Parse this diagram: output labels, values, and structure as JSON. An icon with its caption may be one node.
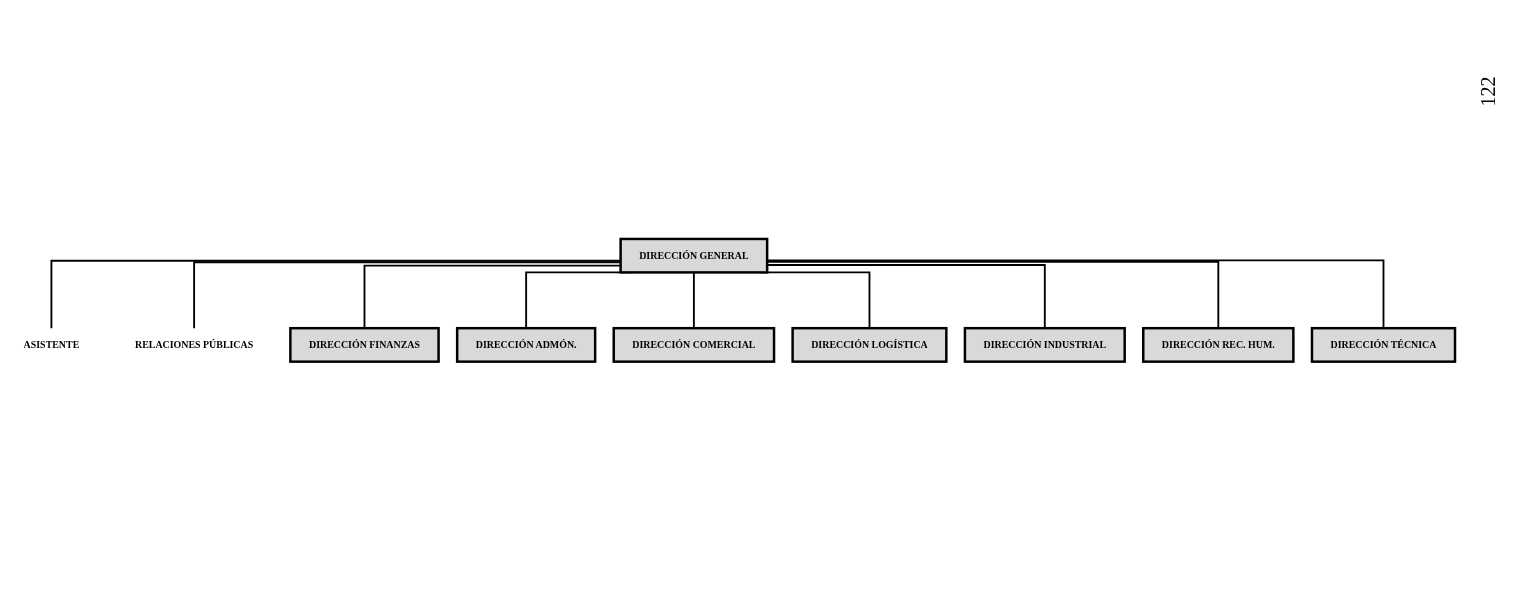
{
  "diagram": {
    "nodes": [
      {
        "text": [
          "DIRECCIÓN GENERAL"
        ]
      },
      {
        "text": [
          "ASISTENTE"
        ]
      },
      {
        "text": [
          "RELACIONES PÚBLICAS"
        ]
      },
      {
        "text": [
          "DIRECCIÓN FINANZAS"
        ]
      },
      {
        "text": [
          "DIRECCIÓN ADMÓN."
        ]
      },
      {
        "text": [
          "DIRECCIÓN COMERCIAL"
        ]
      },
      {
        "text": [
          "DIRECCIÓN LOGÍSTICA"
        ]
      },
      {
        "text": [
          "DIRECCIÓN INDUSTRIAL"
        ]
      },
      {
        "text": [
          "DIRECCIÓN REC. HUM."
        ]
      },
      {
        "text": [
          "DIRECCIÓN TÉCNICA"
        ]
      }
    ],
    "edges": [
      {
        "from": 0,
        "to": 1,
        "arrow": "none"
      },
      {
        "from": 0,
        "to": 2,
        "arrow": "none"
      },
      {
        "from": 0,
        "to": 3,
        "arrow": "none"
      },
      {
        "from": 0,
        "to": 4,
        "arrow": "none"
      },
      {
        "from": 0,
        "to": 5,
        "arrow": "none"
      },
      {
        "from": 0,
        "to": 6,
        "arrow": "none"
      },
      {
        "from": 0,
        "to": 7,
        "arrow": "none"
      },
      {
        "from": 0,
        "to": 8,
        "arrow": "none"
      },
      {
        "from": 0,
        "to": 9,
        "arrow": "none"
      }
    ],
    "labels": [
      "122"
    ]
  }
}
